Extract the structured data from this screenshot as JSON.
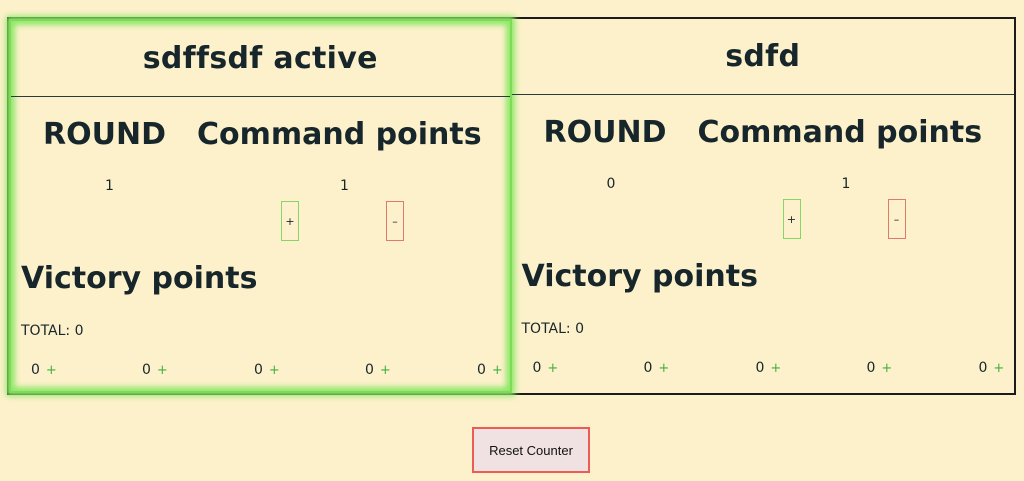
{
  "players": [
    {
      "name": "sdffsdf active",
      "active": true,
      "round_label": "ROUND",
      "round_value": "1",
      "cp_label": "Command points",
      "cp_value": "1",
      "plus": "+",
      "minus": "–",
      "vp_label": "Victory points",
      "total": "TOTAL: 0",
      "vp": [
        {
          "value": "0",
          "plus": "+"
        },
        {
          "value": "0",
          "plus": "+"
        },
        {
          "value": "0",
          "plus": "+"
        },
        {
          "value": "0",
          "plus": "+"
        },
        {
          "value": "0",
          "plus": "+"
        }
      ]
    },
    {
      "name": "sdfd",
      "active": false,
      "round_label": "ROUND",
      "round_value": "0",
      "cp_label": "Command points",
      "cp_value": "1",
      "plus": "+",
      "minus": "–",
      "vp_label": "Victory points",
      "total": "TOTAL: 0",
      "vp": [
        {
          "value": "0",
          "plus": "+"
        },
        {
          "value": "0",
          "plus": "+"
        },
        {
          "value": "0",
          "plus": "+"
        },
        {
          "value": "0",
          "plus": "+"
        },
        {
          "value": "0",
          "plus": "+"
        }
      ]
    }
  ],
  "reset_label": "Reset Counter",
  "colors": {
    "background": "#fdf1cb",
    "active_glow": "#8fe86a",
    "plus_border": "#86d46a",
    "minus_border": "#e07b6c",
    "reset_border": "#ec5b56"
  }
}
